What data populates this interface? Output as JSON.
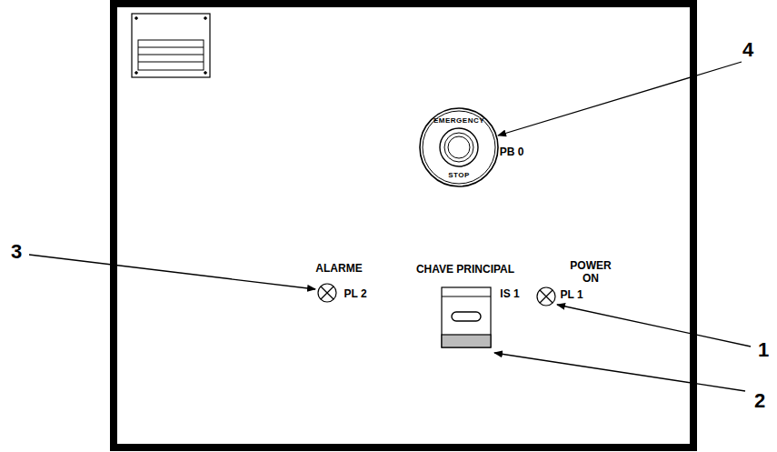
{
  "diagram": {
    "nodes": [
      {
        "text": [
          "EMERGENCY",
          "STOP"
        ]
      }
    ],
    "labels": [
      "4",
      "PB 0",
      "3",
      "ALARME",
      "PL 2",
      "CHAVE PRINCIPAL",
      "IS 1",
      "POWER ON",
      "PL 1",
      "1",
      "2"
    ]
  }
}
